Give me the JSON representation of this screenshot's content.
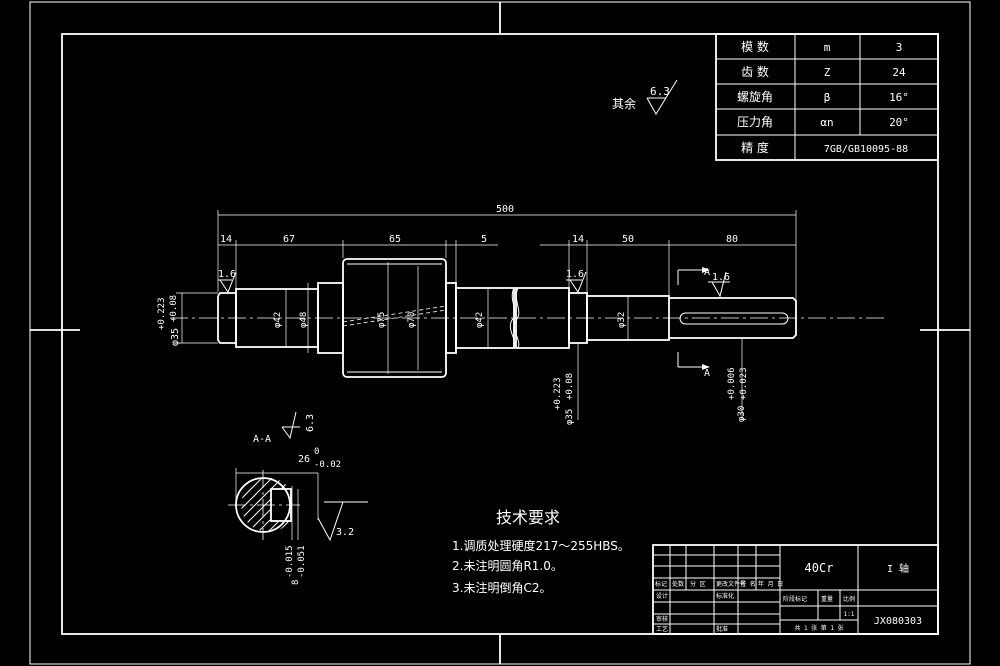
{
  "param_table": {
    "rows": [
      {
        "name": "模 数",
        "symbol": "m",
        "value": "3"
      },
      {
        "name": "齿 数",
        "symbol": "Z",
        "value": "24"
      },
      {
        "name": "螺旋角",
        "symbol": "β",
        "value": "16°"
      },
      {
        "name": "压力角",
        "symbol": "αn",
        "value": "20°"
      },
      {
        "name": "精 度",
        "value_merged": "7GB/GB10095-88"
      }
    ]
  },
  "roughness_general": {
    "label": "其余",
    "value": "6.3"
  },
  "dims": {
    "total_length": "500",
    "seg1": "14",
    "seg2": "67",
    "seg3": "65",
    "seg4": "5",
    "seg5": "14",
    "seg6": "50",
    "seg7": "80",
    "d_left": "φ35",
    "d_left_tol_up": "+0.223",
    "d_left_tol_lo": "+0.08",
    "d_42a": "φ42",
    "d_48": "φ48",
    "d_75": "φ75",
    "d_70": "φ70",
    "d_42b": "φ42",
    "d_32": "φ32",
    "d_35b": "φ35",
    "d_35b_tol_up": "+0.223",
    "d_35b_tol_lo": "+0.08",
    "d_30": "φ30",
    "d_30_tol_up": "+0.006",
    "d_30_tol_lo": "+0.023",
    "rough_a": "1.6",
    "rough_b": "1.6",
    "rough_c": "1.6",
    "section_mark_top": "A",
    "section_mark_bot": "A"
  },
  "section": {
    "title": "A-A",
    "rough": "6.3",
    "key_depth": "26",
    "key_depth_up": "0",
    "key_depth_lo": "-0.02",
    "key_width": "8",
    "key_width_up": "-0.015",
    "key_width_lo": "-0.051",
    "rough2": "3.2"
  },
  "tech_req": {
    "title": "技术要求",
    "items": [
      "1.调质处理硬度217～255HBS。",
      "2.未注明圆角R1.0。",
      "3.未注明倒角C2。"
    ]
  },
  "title_block": {
    "material": "40Cr",
    "part_name": "I 轴",
    "drawing_no": "JX080303",
    "scale": "1:1",
    "sheets": "共 1 张  第 1 张",
    "cells": [
      "标记",
      "处数",
      "分 区",
      "更改文件号",
      "签 名",
      "年 月 日",
      "设计",
      "标准化",
      "阶段标记",
      "重量",
      "比例",
      "审核",
      "工艺",
      "批准"
    ]
  }
}
